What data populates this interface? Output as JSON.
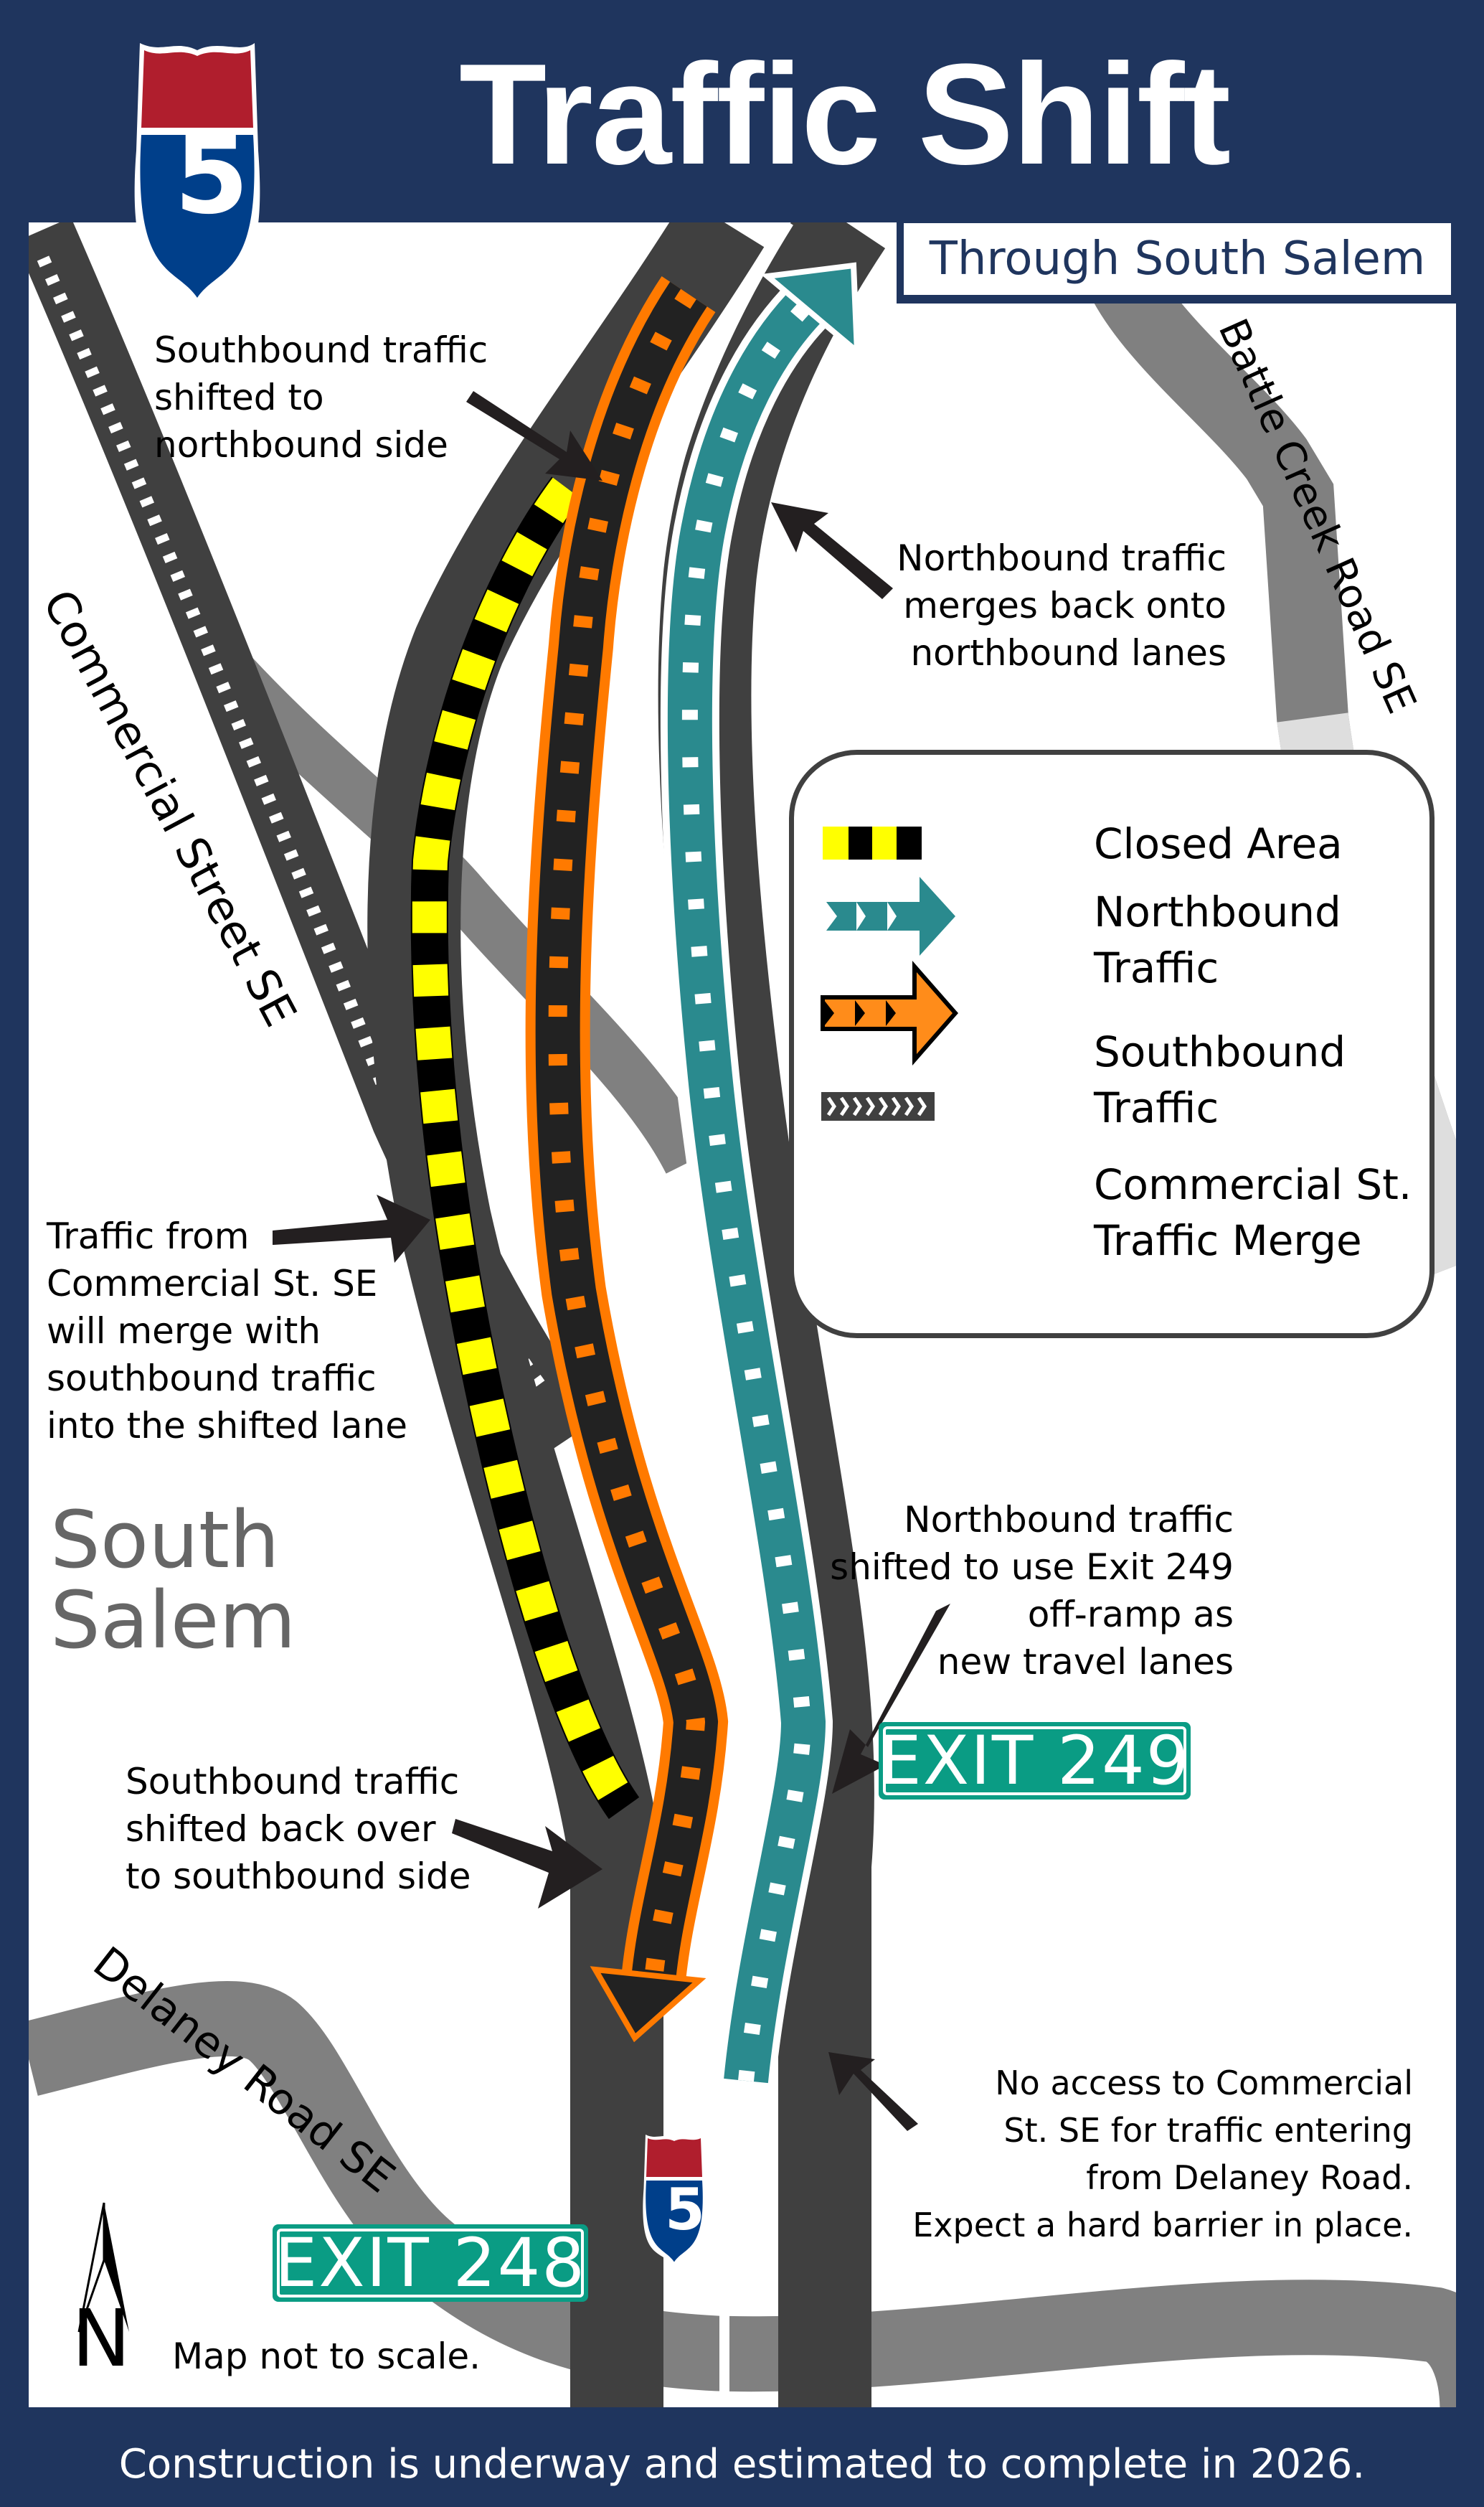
{
  "header": {
    "title": "Traffic Shift",
    "subtitle": "Through South Salem",
    "shield_number": "5"
  },
  "colors": {
    "navy": "#1f355e",
    "road": "#404040",
    "side_road": "#808080",
    "northbound": "#2a8a8e",
    "southbound": "#ff7a00",
    "closed_yellow": "#ffff00",
    "exit_green": "#0a9c84",
    "shield_red": "#b01e2d",
    "shield_blue": "#003f8a"
  },
  "map": {
    "roads": {
      "commercial": "Commercial Street SE",
      "battle_creek": "Battle Creek Road SE",
      "delaney": "Delaney Road SE"
    },
    "place": "South\nSalem",
    "exits": {
      "north": "EXIT 249",
      "south": "EXIT 248"
    },
    "compass_letter": "N",
    "scale_note": "Map not to scale."
  },
  "callouts": {
    "sb_shift_north": "Southbound traffic\nshifted to\nnorthbound side",
    "nb_merge_back": "Northbound traffic\nmerges back onto\nnorthbound lanes",
    "commercial_merge": "Traffic from\nCommercial St. SE\nwill merge with\nsouthbound traffic\ninto the shifted lane",
    "nb_exit249": "Northbound traffic\nshifted to use Exit 249\noff-ramp as\nnew travel lanes",
    "sb_shift_back": "Southbound traffic\nshifted back over\nto southbound side",
    "no_access": "No access to Commercial\nSt. SE for traffic entering\nfrom Delaney Road.\nExpect a hard barrier in place."
  },
  "legend": {
    "items": [
      {
        "key": "closed",
        "label": "Closed Area"
      },
      {
        "key": "northbound",
        "label": "Northbound\nTraffic"
      },
      {
        "key": "southbound",
        "label": "Southbound\nTraffic"
      },
      {
        "key": "merge",
        "label": "Commercial St.\nTraffic Merge"
      }
    ]
  },
  "footer": {
    "text": "Construction is underway and estimated to complete in 2026."
  }
}
